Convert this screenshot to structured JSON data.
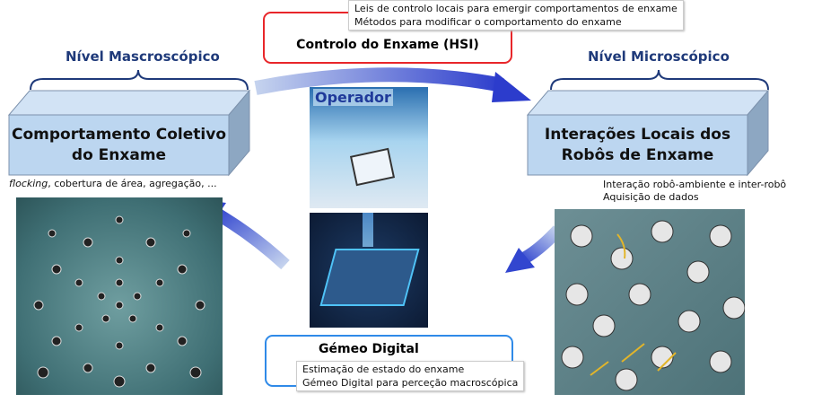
{
  "control": {
    "title": "Controlo do Enxame (HSI)",
    "notes": [
      "Leis de controlo locais para emergir comportamentos de enxame",
      "Métodos para modificar o comportamento do enxame"
    ],
    "color": "#e8262a"
  },
  "macro": {
    "level": "Nível Mascroscópico",
    "box_title_1": "Comportamento Coletivo",
    "box_title_2": "do Enxame",
    "caption_italic": "flocking",
    "caption_rest": ", cobertura de área, agregação, ..."
  },
  "micro": {
    "level": "Nível Microscópico",
    "box_title_1": "Interações Locais dos",
    "box_title_2": "Robôs de Enxame",
    "captions": [
      "Interação robô-ambiente e inter-robô",
      "Aquisição de dados"
    ]
  },
  "operator": {
    "label": "Operador"
  },
  "twin": {
    "title": "Gémeo Digital",
    "notes": [
      "Estimação de estado do enxame",
      "Gémeo Digital para perceção macroscópica"
    ],
    "color": "#2f8ae8"
  },
  "colors": {
    "box_fill": "#bcd6f0",
    "level_text": "#1f3a7a",
    "arrow": "#3a4fd0"
  }
}
